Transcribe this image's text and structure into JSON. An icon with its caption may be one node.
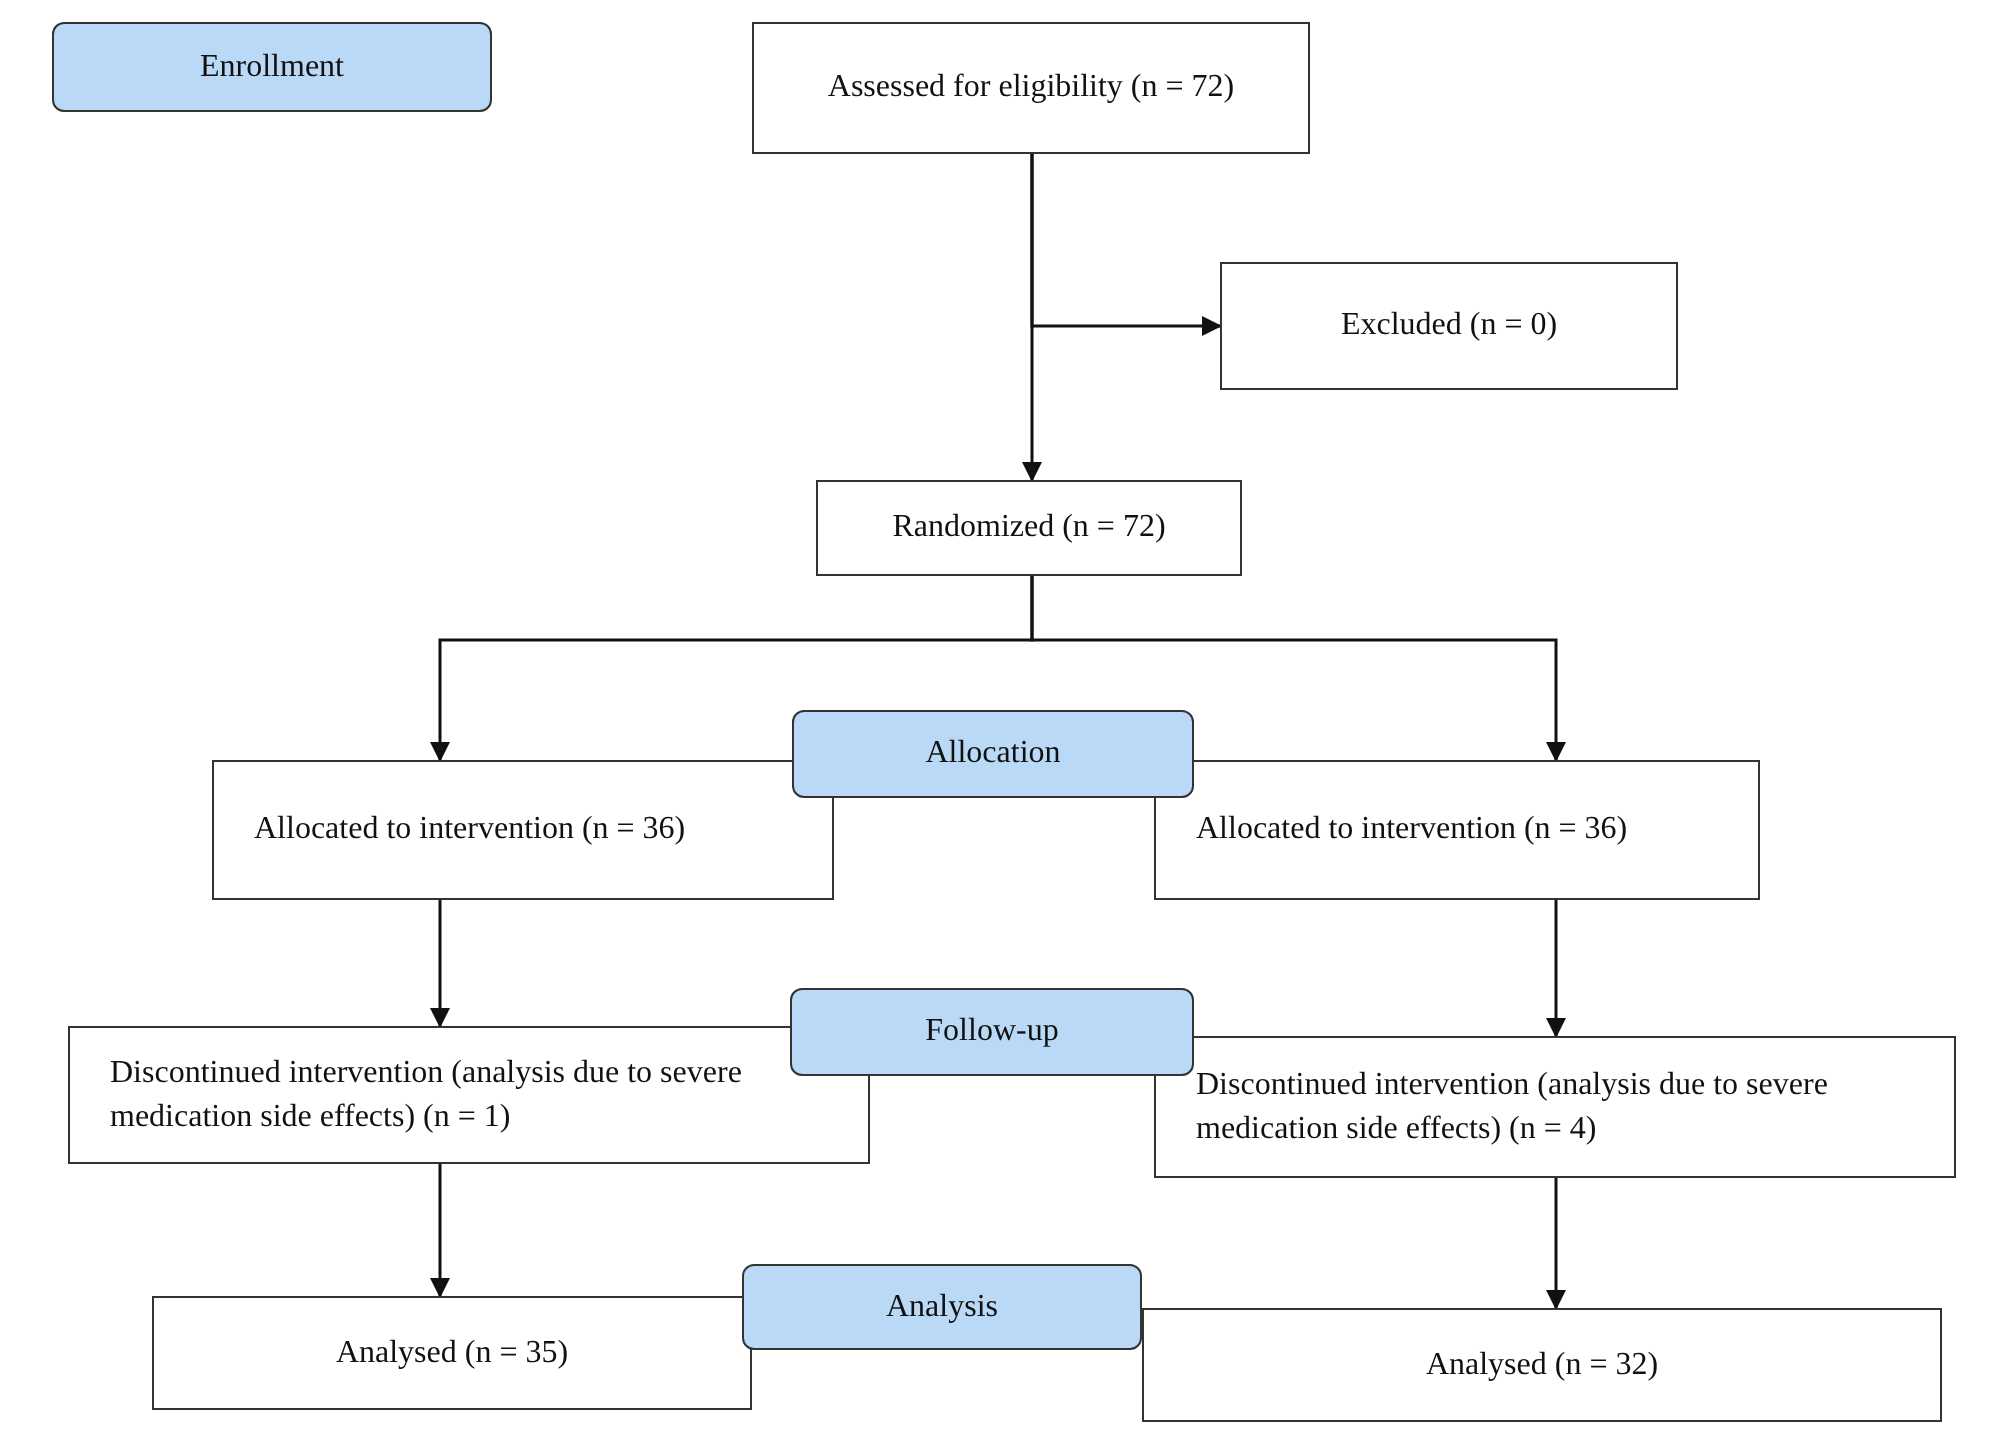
{
  "diagram": {
    "nodes": [
      {
        "text": [
          "Enrollment"
        ]
      },
      {
        "text": [
          "Assessed for eligibility (n = 72)"
        ]
      },
      {
        "text": [
          "Excluded (n = 0)"
        ]
      },
      {
        "text": [
          "Randomized (n = 72)"
        ]
      },
      {
        "text": [
          "Allocation"
        ]
      },
      {
        "text": [
          "Allocated to intervention (n = 36)"
        ]
      },
      {
        "text": [
          "Allocated to intervention (n = 36)"
        ]
      },
      {
        "text": [
          "Follow-up"
        ]
      },
      {
        "text": [
          "Discontinued intervention (analysis due to severe medication side effects) (n = 1)"
        ]
      },
      {
        "text": [
          "Discontinued intervention (analysis due to severe medication side effects) (n = 4)"
        ]
      },
      {
        "text": [
          "Analysis"
        ]
      },
      {
        "text": [
          "Analysed (n = 35)"
        ]
      },
      {
        "text": [
          "Analysed (n = 32)"
        ]
      }
    ],
    "edges": [
      {
        "from": 1,
        "to": 2,
        "arrow": "to"
      },
      {
        "from": 1,
        "to": 3,
        "arrow": "to"
      },
      {
        "from": 3,
        "to": 5,
        "arrow": "to"
      },
      {
        "from": 3,
        "to": 6,
        "arrow": "to"
      },
      {
        "from": 5,
        "to": 8,
        "arrow": "to"
      },
      {
        "from": 6,
        "to": 9,
        "arrow": "to"
      },
      {
        "from": 8,
        "to": 11,
        "arrow": "to"
      },
      {
        "from": 9,
        "to": 12,
        "arrow": "to"
      }
    ]
  }
}
